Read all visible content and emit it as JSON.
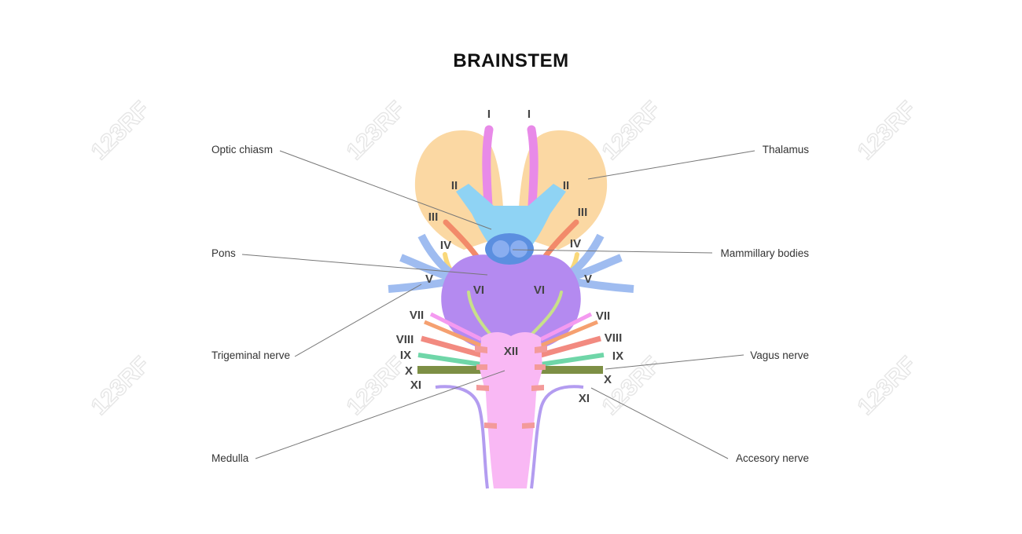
{
  "title": "BRAINSTEM",
  "watermark": "123RF",
  "labels": {
    "optic_chiasm": "Optic chiasm",
    "thalamus": "Thalamus",
    "pons": "Pons",
    "mammillary_bodies": "Mammillary bodies",
    "trigeminal_nerve": "Trigeminal nerve",
    "vagus_nerve": "Vagus nerve",
    "medulla": "Medulla",
    "accessory_nerve": "Accesory nerve"
  },
  "cranial_nerves": {
    "I": "I",
    "II": "II",
    "III": "III",
    "IV": "IV",
    "V": "V",
    "VI": "VI",
    "VII": "VII",
    "VIII": "VIII",
    "IX": "IX",
    "X": "X",
    "XI": "XI",
    "XII": "XII"
  },
  "colors": {
    "thalamus": "#fbd8a3",
    "optic": "#8fd3f4",
    "olfactory": "#e88ae8",
    "mammillary": "#5b8fe0",
    "pons": "#b48af0",
    "medulla": "#f9b8f4",
    "trigeminal": "#9fbcf0",
    "oculomotor": "#f28a6a",
    "trochlear": "#f9d87a",
    "abducens": "#c8e08a",
    "facial": "#f49af0",
    "vestibulocochlear": "#f5a070",
    "glossopharyngeal": "#6fd6a8",
    "vagus": "#7d8f45",
    "accessory": "#b39cf0",
    "hypoglossal": "#f39a9a"
  }
}
